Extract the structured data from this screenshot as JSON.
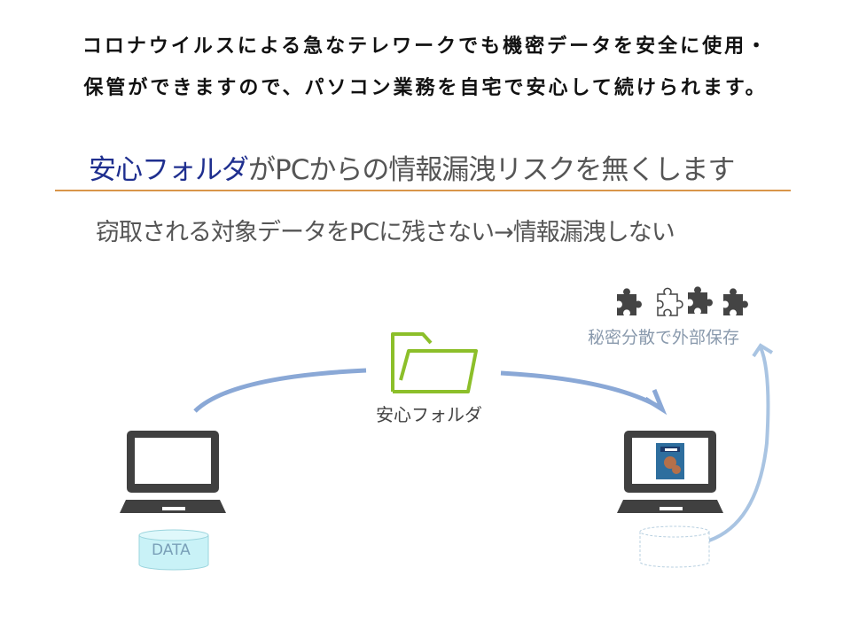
{
  "header": {
    "line1": "コロナウイルスによる急なテレワークでも機密データを安全に使用・",
    "line2": "保管ができますので、パソコン業務を自宅で安心して続けられます。"
  },
  "title": {
    "accent": "安心フォルダ",
    "rest": "がPCからの情報漏洩リスクを無くします"
  },
  "subtitle": "窃取される対象データをPCに残さない→情報漏洩しない",
  "diagram": {
    "folder_label": "安心フォルダ",
    "distribution_label": "秘密分散で外部保存",
    "data_label": "DATA",
    "colors": {
      "arrow": "#8aa8d6",
      "folder": "#8cbf2a",
      "laptop": "#404040",
      "accent": "#1f2f8f",
      "rule": "#d9954a"
    }
  }
}
